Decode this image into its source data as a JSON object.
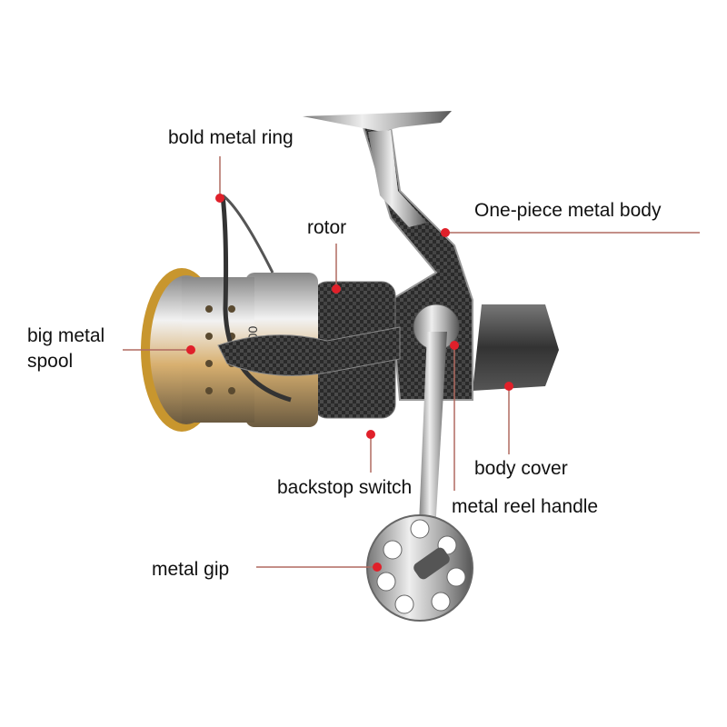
{
  "labels": {
    "bold_metal_ring": "bold metal ring",
    "rotor": "rotor",
    "one_piece_metal_body": "One-piece metal body",
    "big_metal_spool_line1": "big metal",
    "big_metal_spool_line2": "spool",
    "body_cover": "body cover",
    "backstop_switch": "backstop switch",
    "metal_reel_handle": "metal reel handle",
    "metal_grip": "metal gip"
  },
  "product_marking": "H1200",
  "colors": {
    "marker": "#e0202a",
    "leader_line": "#b06a60",
    "spool_gold": "#c8962e",
    "carbon": "#2a2a2a",
    "chrome": "#b8b8b8"
  }
}
